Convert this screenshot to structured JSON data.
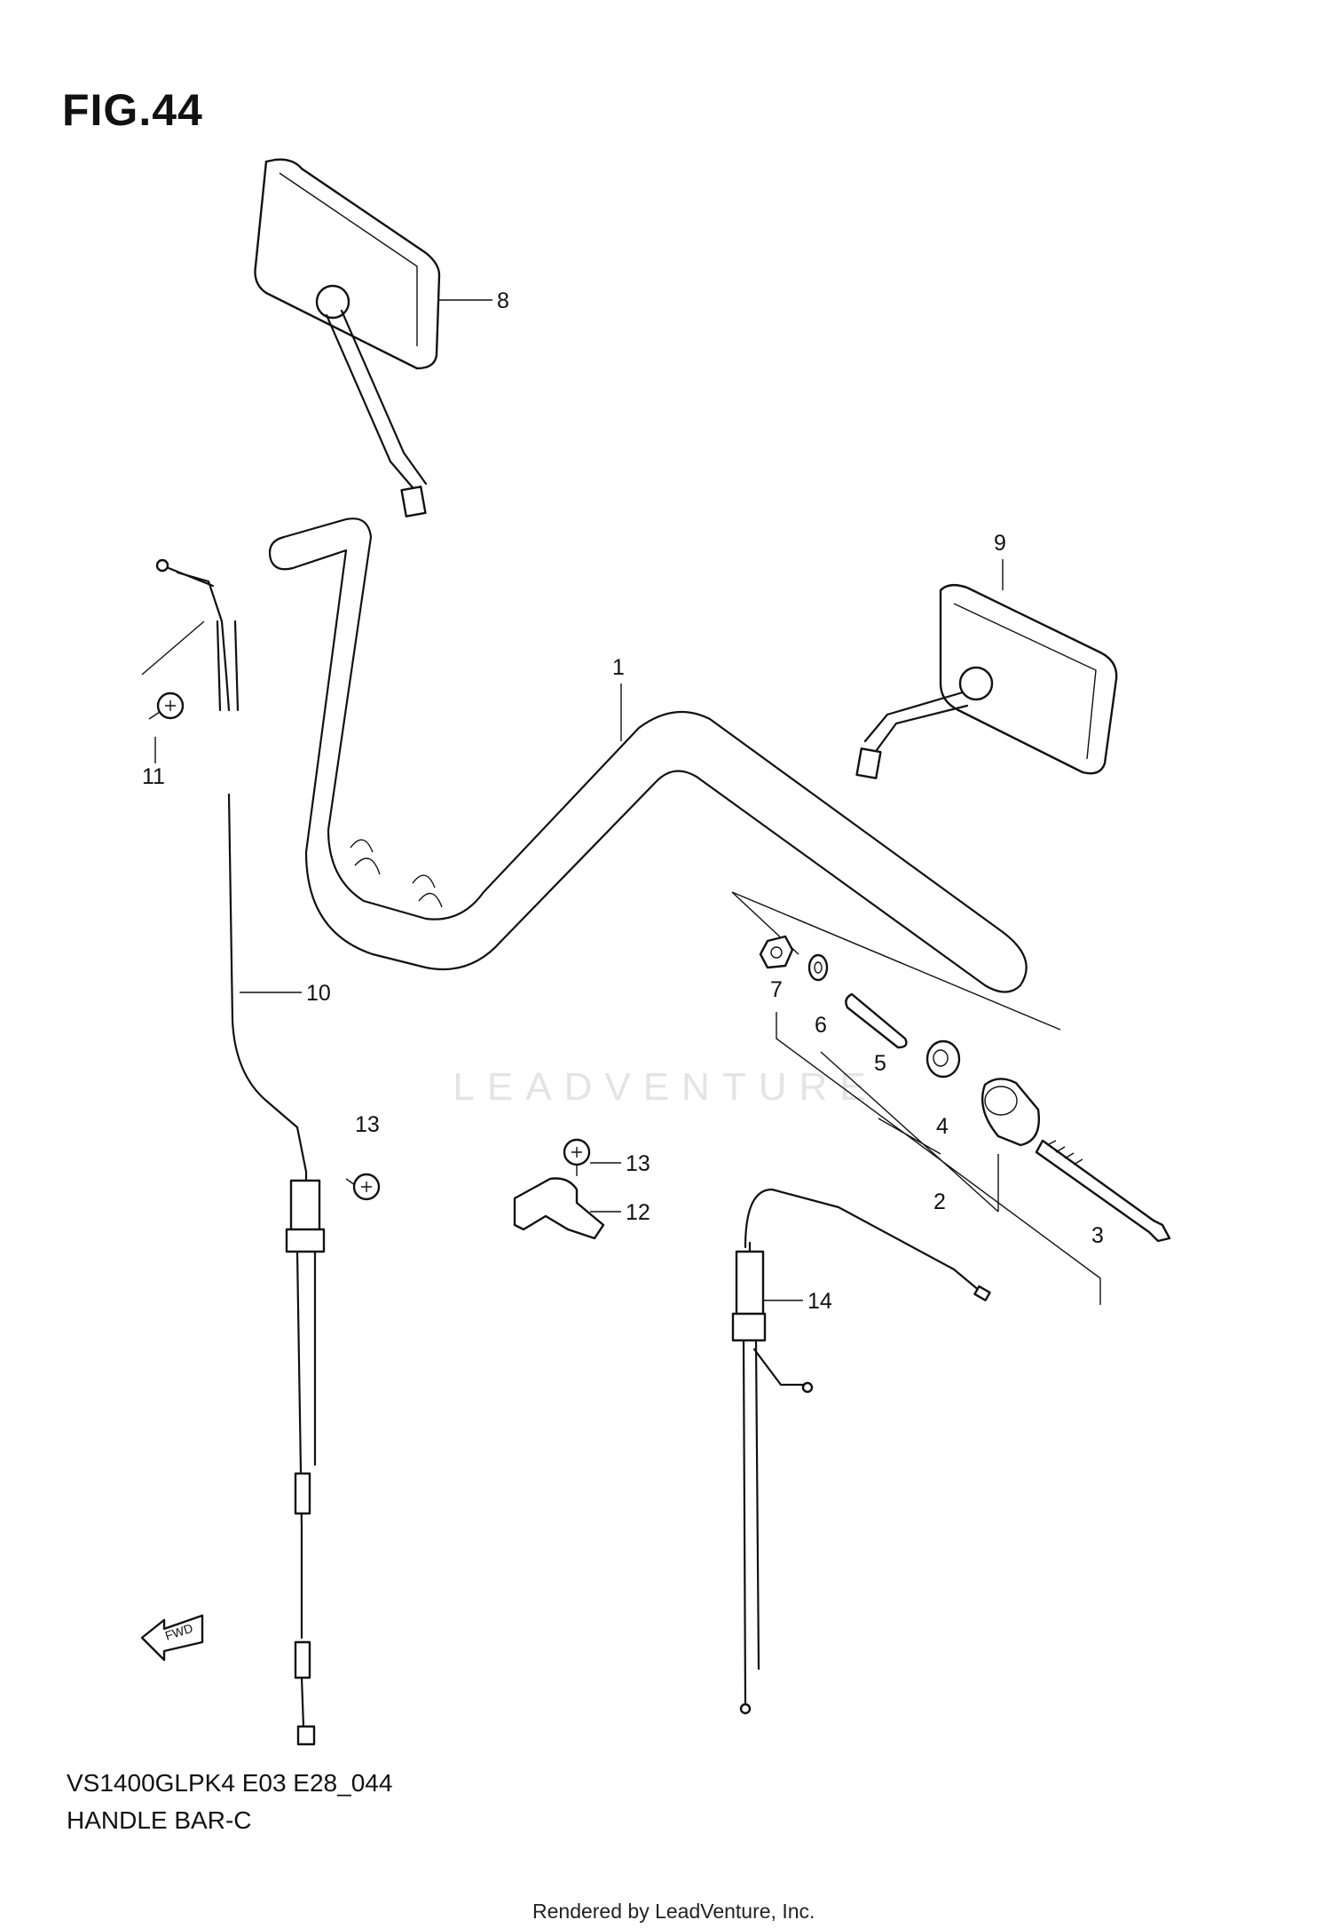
{
  "figure": {
    "title": "FIG.44",
    "model_code": "VS1400GLPK4 E03 E28_044",
    "section_name": "HANDLE BAR-C",
    "rendered_by": "Rendered by LeadVenture, Inc.",
    "watermark": "LEADVENTURE",
    "fwd_label": "FWD"
  },
  "callouts": [
    {
      "id": "1",
      "label": "1"
    },
    {
      "id": "2",
      "label": "2"
    },
    {
      "id": "3",
      "label": "3"
    },
    {
      "id": "4",
      "label": "4"
    },
    {
      "id": "5",
      "label": "5"
    },
    {
      "id": "6",
      "label": "6"
    },
    {
      "id": "7",
      "label": "7"
    },
    {
      "id": "8",
      "label": "8"
    },
    {
      "id": "9",
      "label": "9"
    },
    {
      "id": "10",
      "label": "10"
    },
    {
      "id": "11",
      "label": "11"
    },
    {
      "id": "12",
      "label": "12"
    },
    {
      "id": "13a",
      "label": "13"
    },
    {
      "id": "13b",
      "label": "13"
    },
    {
      "id": "14",
      "label": "14"
    }
  ],
  "colors": {
    "line": "#111111",
    "background": "#ffffff",
    "watermark": "#e4e4e4"
  }
}
